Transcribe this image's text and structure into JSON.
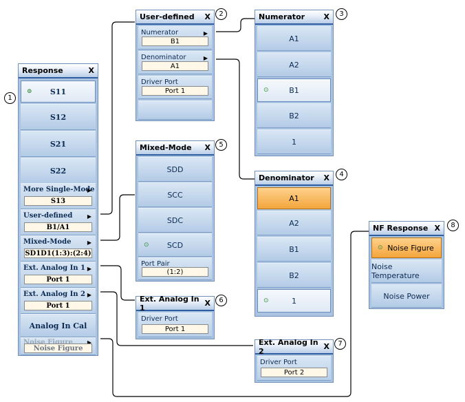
{
  "callouts": [
    "1",
    "2",
    "3",
    "4",
    "5",
    "6",
    "7",
    "8"
  ],
  "response": {
    "title": "Response",
    "close": "X",
    "buttons": [
      "S11",
      "S12",
      "S21",
      "S22"
    ],
    "selected": "S11",
    "more_single_mode": {
      "label": "More Single-Mode",
      "value": "S13"
    },
    "user_defined": {
      "label": "User-defined",
      "value": "B1/A1"
    },
    "mixed_mode": {
      "label": "Mixed-Mode",
      "value": "SD1D1(1:3):(2:4)"
    },
    "ext_analog_in_1": {
      "label": "Ext. Analog In 1",
      "value": "Port 1"
    },
    "ext_analog_in_2": {
      "label": "Ext. Analog In 2",
      "value": "Port 1"
    },
    "analog_in_cal": "Analog In Cal",
    "noise_figure": {
      "label": "Noise Figure",
      "value": "Noise Figure"
    }
  },
  "user_defined": {
    "title": "User-defined",
    "close": "X",
    "numerator": {
      "label": "Numerator",
      "value": "B1"
    },
    "denominator": {
      "label": "Denominator",
      "value": "A1"
    },
    "driver_port": {
      "label": "Driver Port",
      "value": "Port 1"
    }
  },
  "numerator": {
    "title": "Numerator",
    "close": "X",
    "items": [
      "A1",
      "A2",
      "B1",
      "B2",
      "1"
    ],
    "selected": "B1"
  },
  "denominator": {
    "title": "Denominator",
    "close": "X",
    "items": [
      "A1",
      "A2",
      "B1",
      "B2",
      "1"
    ],
    "highlighted": "A1",
    "selected": "1"
  },
  "mixed_mode": {
    "title": "Mixed-Mode",
    "close": "X",
    "items": [
      "SDD",
      "SCC",
      "SDC",
      "SCD"
    ],
    "selected": "SCD",
    "port_pair": {
      "label": "Port Pair",
      "value": "(1:2)"
    }
  },
  "ext_analog_in_1": {
    "title": "Ext. Analog In 1",
    "close": "X",
    "driver_port": {
      "label": "Driver Port",
      "value": "Port 1"
    }
  },
  "ext_analog_in_2": {
    "title": "Ext. Analog In 2",
    "close": "X",
    "driver_port": {
      "label": "Driver Port",
      "value": "Port 2"
    }
  },
  "nf_response": {
    "title": "NF Response",
    "close": "X",
    "items": [
      "Noise Figure",
      "Noise Temperature",
      "Noise Power"
    ],
    "selected": "Noise Figure"
  },
  "radio_mark": "⊙"
}
